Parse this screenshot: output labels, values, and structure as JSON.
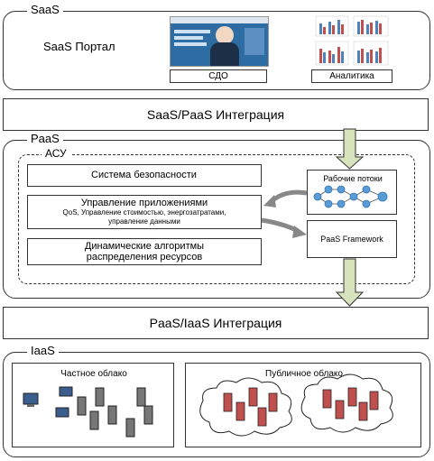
{
  "saas": {
    "label": "SaaS",
    "portal": "SaaS Портал",
    "sdo_caption": "СДО",
    "analytics_caption": "Аналитика"
  },
  "band_saas_paas": "SaaS/PaaS Интеграция",
  "paas": {
    "label": "PaaS",
    "asu_label": "АСУ",
    "security": "Система безопасности",
    "app_mgmt_title": "Управление приложениями",
    "app_mgmt_sub": "QoS, Управление стоимостью, энергозатратами, управление данными",
    "dynamic_alg": "Динамические алгоритмы распределения ресурсов",
    "workflows": "Рабочие потоки",
    "framework": "PaaS Framework"
  },
  "band_paas_iaas": "PaaS/IaaS Интеграция",
  "iaas": {
    "label": "IaaS",
    "private_cloud": "Частное облако",
    "public_cloud": "Публичное облако"
  },
  "colors": {
    "arrow_fill": "#d6e3bc",
    "server_public": "#c0504d",
    "node_blue": "#5b9bd5",
    "screenshot_blue": "#2e6da4"
  }
}
